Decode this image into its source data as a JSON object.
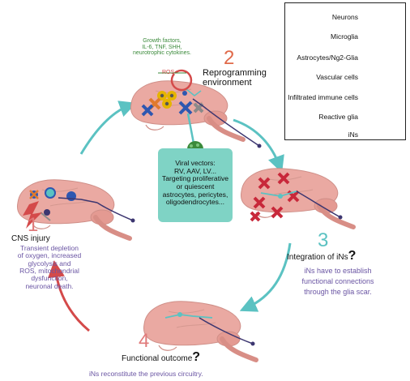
{
  "legend": {
    "items": [
      {
        "label": "Neurons",
        "icon": "neuron-icon"
      },
      {
        "label": "Microglia",
        "icon": "microglia-icon"
      },
      {
        "label": "Astrocytes/Ng2-Glia",
        "icon": "astrocyte-icon"
      },
      {
        "label": "Vascular cells",
        "icon": "vascular-cell-icon"
      },
      {
        "label": "Infiltrated immune cells",
        "icon": "immune-cell-icon"
      },
      {
        "label": "Reactive glia",
        "icon": "reactive-glia-icon"
      },
      {
        "label": "iNs",
        "icon": "induced-neuron-icon"
      }
    ]
  },
  "stage1": {
    "number": "1",
    "title": "CNS injury",
    "desc": [
      "Transient depletion",
      "of oxygen, increased",
      "glycolysis and",
      "ROS, mitochondrial",
      "dysfunction,",
      "neuronal death."
    ]
  },
  "stage2": {
    "number": "2",
    "title": [
      "Reprogramming",
      "environment"
    ],
    "factors": [
      "Growth factors,",
      "IL-6, TNF, SHH,",
      "neurotrophic cytokines."
    ],
    "ros": "ROS"
  },
  "stage3": {
    "number": "3",
    "title": "Integration of iNs",
    "q": "?",
    "desc": [
      "iNs have to establish",
      "functional connections",
      "through the glia scar."
    ]
  },
  "stage4": {
    "number": "4",
    "title": "Functional outcome",
    "q": "?",
    "desc": "iNs reconstitute the previous circuitry."
  },
  "viral": {
    "lines": [
      "Viral vectors:",
      "RV, AAV, LV...",
      "Targeting proliferative",
      "or quiescent",
      "astrocytes, pericytes,",
      "oligodendrocytes..."
    ]
  },
  "colors": {
    "teal": "#5bc2c2",
    "red": "#d44a4a",
    "purple": "#6a55a3",
    "green": "#3b8a3b",
    "brain": "#e9a9a2",
    "brain_dark": "#c88078",
    "viral_box": "#7fd3c5"
  }
}
